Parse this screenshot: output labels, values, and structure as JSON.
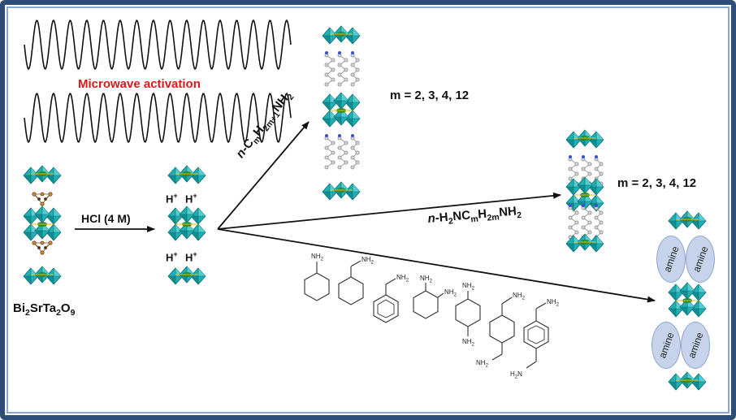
{
  "labels": {
    "microwave": "Microwave activation",
    "hcl": "HCl (4 M)",
    "h_top_1": "H",
    "h_top_2": "H",
    "h_bot_1": "H",
    "h_bot_2": "H",
    "h_charge": "+",
    "m_values_top": "m = 2, 3, 4, 12",
    "m_values_mid": "m = 2, 3, 4, 12",
    "amine_word": "amine",
    "nh2": "NH",
    "nh2_sub": "2",
    "h2n": "H",
    "h2n_tail": "N"
  },
  "formula_parent": {
    "p1": "Bi",
    "s1": "2",
    "p2": "SrTa",
    "s2": "2",
    "p3": "O",
    "s3": "9"
  },
  "formula_alkyl": {
    "p1": "n",
    "p2": "-C",
    "s1": "m",
    "p3": "H",
    "s2": "2m+1",
    "p4": "NH",
    "s3": "2"
  },
  "formula_diamine": {
    "p1": "n",
    "p2": "-H",
    "s1": "2",
    "p3": "NC",
    "s2": "m",
    "p4": "H",
    "s3": "2m",
    "p5": "NH",
    "s4": "2"
  },
  "colors": {
    "frame_outer": "#2e4e79",
    "frame_inner": "#5b7fb4",
    "octahedron": "#1fb0b4",
    "octahedron_dark": "#0d7579",
    "bi_green": "#2e8a2e",
    "microwave_red": "#e0161b",
    "amine_fill": "#c6d3ea"
  }
}
